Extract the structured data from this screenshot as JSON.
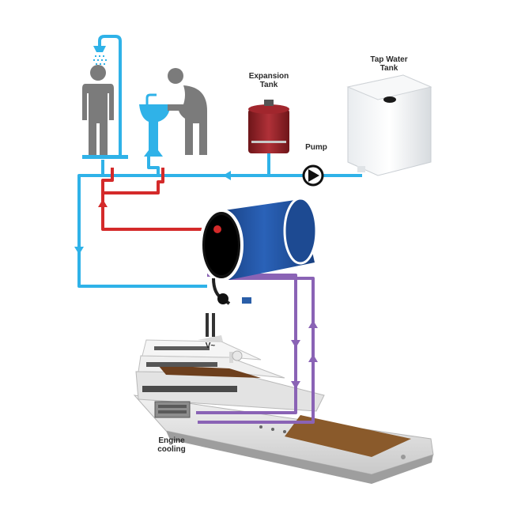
{
  "labels": {
    "expansion_tank": [
      "Expansion",
      "Tank"
    ],
    "tap_water_tank": [
      "Tap Water",
      "Tank"
    ],
    "pump": "Pump",
    "voltage": "V~",
    "engine_cooling": [
      "Engine",
      "cooling"
    ]
  },
  "colors": {
    "cold_water": "#2fb2e8",
    "hot_water": "#d42a2a",
    "engine_circuit": "#8a63b5",
    "person": "#7b7b7b",
    "heater": "#1f4e9a",
    "expansion_tank": "#8c1f26"
  },
  "icons": [
    "shower-icon",
    "person-showering-icon",
    "person-washing-icon",
    "sink-icon",
    "pump-icon",
    "yacht-illustration"
  ]
}
